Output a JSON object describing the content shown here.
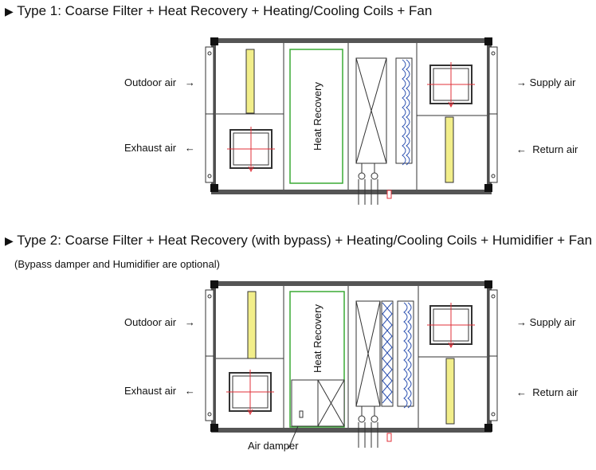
{
  "type1": {
    "heading": "Type 1: Coarse Filter + Heat Recovery + Heating/Cooling Coils + Fan",
    "heading_marker": "▶",
    "outdoor_label": "Outdoor air",
    "exhaust_label": "Exhaust air",
    "supply_label": "Supply air",
    "return_label": "Return air",
    "heat_recovery_label": "Heat Recovery",
    "arrow_right": "→",
    "arrow_left": "←"
  },
  "type2": {
    "heading": "Type 2: Coarse Filter + Heat Recovery (with bypass) + Heating/Cooling Coils + Humidifier + Fan",
    "heading_marker": "▶",
    "note": "(Bypass damper and Humidifier are optional)",
    "outdoor_label": "Outdoor air",
    "exhaust_label": "Exhaust air",
    "supply_label": "Supply air",
    "return_label": "Return air",
    "heat_recovery_label": "Heat Recovery",
    "air_damper_label": "Air damper",
    "arrow_right": "→",
    "arrow_left": "←"
  },
  "colors": {
    "casing": "#555555",
    "filter": "#f2ee8a",
    "heat_recovery_border": "#3aaa35",
    "fan_arrow": "#e0303a",
    "humidifier": "#2a4fb0",
    "line": "#222222"
  }
}
